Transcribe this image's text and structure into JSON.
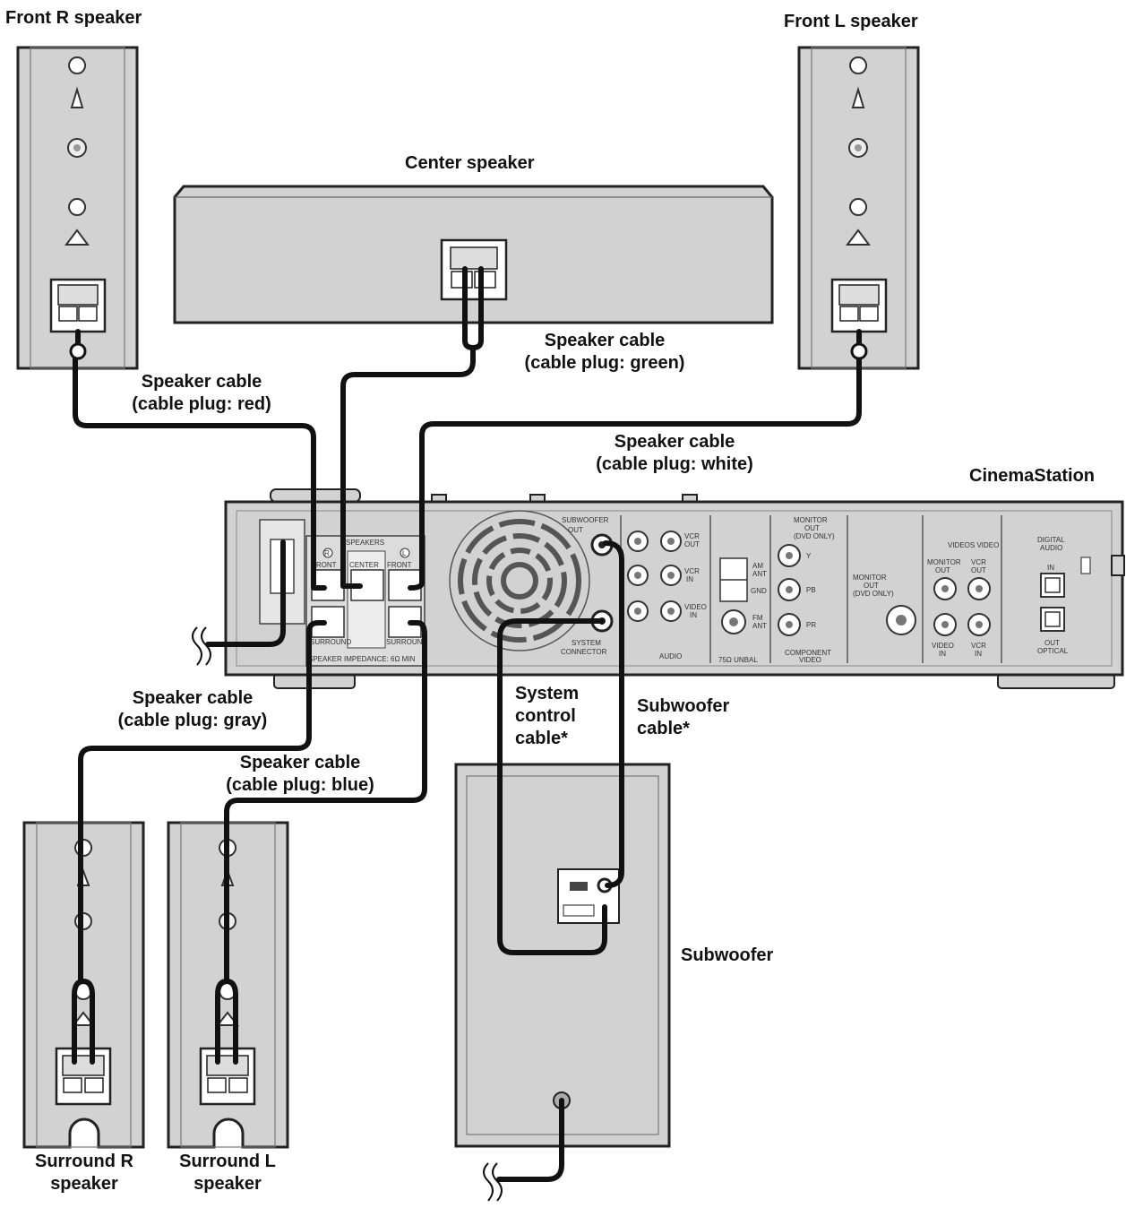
{
  "labels": {
    "front_r": "Front R speaker",
    "front_l": "Front L speaker",
    "center": "Center speaker",
    "cinemastation": "CinemaStation",
    "subwoofer": "Subwoofer",
    "surround_r": [
      "Surround R",
      "speaker"
    ],
    "surround_l": [
      "Surround L",
      "speaker"
    ],
    "cable_red": [
      "Speaker cable",
      "(cable plug: red)"
    ],
    "cable_green": [
      "Speaker cable",
      "(cable plug: green)"
    ],
    "cable_white": [
      "Speaker cable",
      "(cable plug: white)"
    ],
    "cable_gray": [
      "Speaker cable",
      "(cable plug: gray)"
    ],
    "cable_blue": [
      "Speaker cable",
      "(cable plug: blue)"
    ],
    "system_control": [
      "System",
      "control",
      "cable*"
    ],
    "subwoofer_cable": [
      "Subwoofer",
      "cable*"
    ]
  },
  "panel": {
    "speakers": "SPEAKERS",
    "r": "R",
    "l": "L",
    "front": "FRONT",
    "center": "CENTER",
    "surround": "SURROUND",
    "impedance": "SPEAKER IMPEDANCE: 6Ω MIN",
    "subwoofer_out": [
      "SUBWOOFER",
      "OUT"
    ],
    "system_connector": [
      "SYSTEM",
      "CONNECTOR"
    ],
    "vcr_out": [
      "VCR",
      "OUT"
    ],
    "vcr_in": [
      "VCR",
      "IN"
    ],
    "video_in": [
      "VIDEO",
      "IN"
    ],
    "audio": "AUDIO",
    "am_ant": [
      "AM",
      "ANT"
    ],
    "gnd": "GND",
    "fm_ant": [
      "FM",
      "ANT"
    ],
    "unbal": "75Ω UNBAL",
    "monitor_out_dvd": [
      "MONITOR",
      "OUT",
      "(DVD ONLY)"
    ],
    "y": "Y",
    "pb": "PB",
    "pr": "PR",
    "component_video": [
      "COMPONENT",
      "VIDEO"
    ],
    "monitor_out": [
      "MONITOR",
      "OUT",
      "(DVD ONLY)"
    ],
    "videos_video": "VIDEOS VIDEO",
    "monitor_out2": [
      "MONITOR",
      "OUT"
    ],
    "vcr_out2": [
      "VCR",
      "OUT"
    ],
    "video_in2": [
      "VIDEO",
      "IN"
    ],
    "vcr_in2": [
      "VCR",
      "IN"
    ],
    "digital_audio": [
      "DIGITAL",
      "AUDIO"
    ],
    "in": "IN",
    "out_optical": [
      "OUT",
      "OPTICAL"
    ]
  }
}
